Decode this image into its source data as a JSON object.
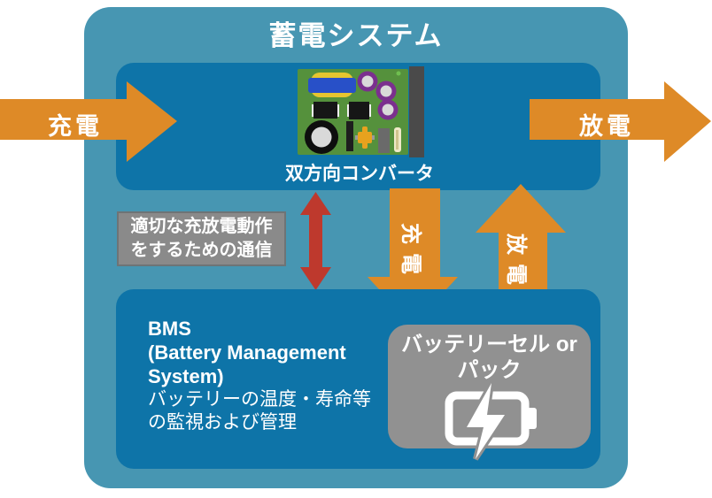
{
  "title": "蓄電システム",
  "converter": {
    "label": "双方向コンバータ",
    "icon": "circuit-board-icon"
  },
  "arrows": {
    "charge_in": "充電",
    "discharge_out": "放電",
    "charge_down": "充電",
    "discharge_up": "放電"
  },
  "comm_box": {
    "line1": "適切な充放電動作",
    "line2": "をするための通信"
  },
  "bms": {
    "title_line1": "BMS",
    "title_line2": "(Battery Management",
    "title_line3": "System)",
    "desc_line1": "バッテリーの温度・寿命等",
    "desc_line2": "の監視および管理"
  },
  "battery": {
    "label_line1": "バッテリーセル or",
    "label_line2": "パック",
    "icon": "battery-bolt-icon"
  },
  "colors": {
    "outer_teal": "#4796B2",
    "inner_blue": "#0E74A8",
    "arrow_orange": "#DE8A27",
    "comm_red": "#BE392D",
    "label_gray": "#8A8A8A",
    "battery_gray": "#919191",
    "text_white": "#FFFFFF",
    "board_green": "#55913C"
  }
}
